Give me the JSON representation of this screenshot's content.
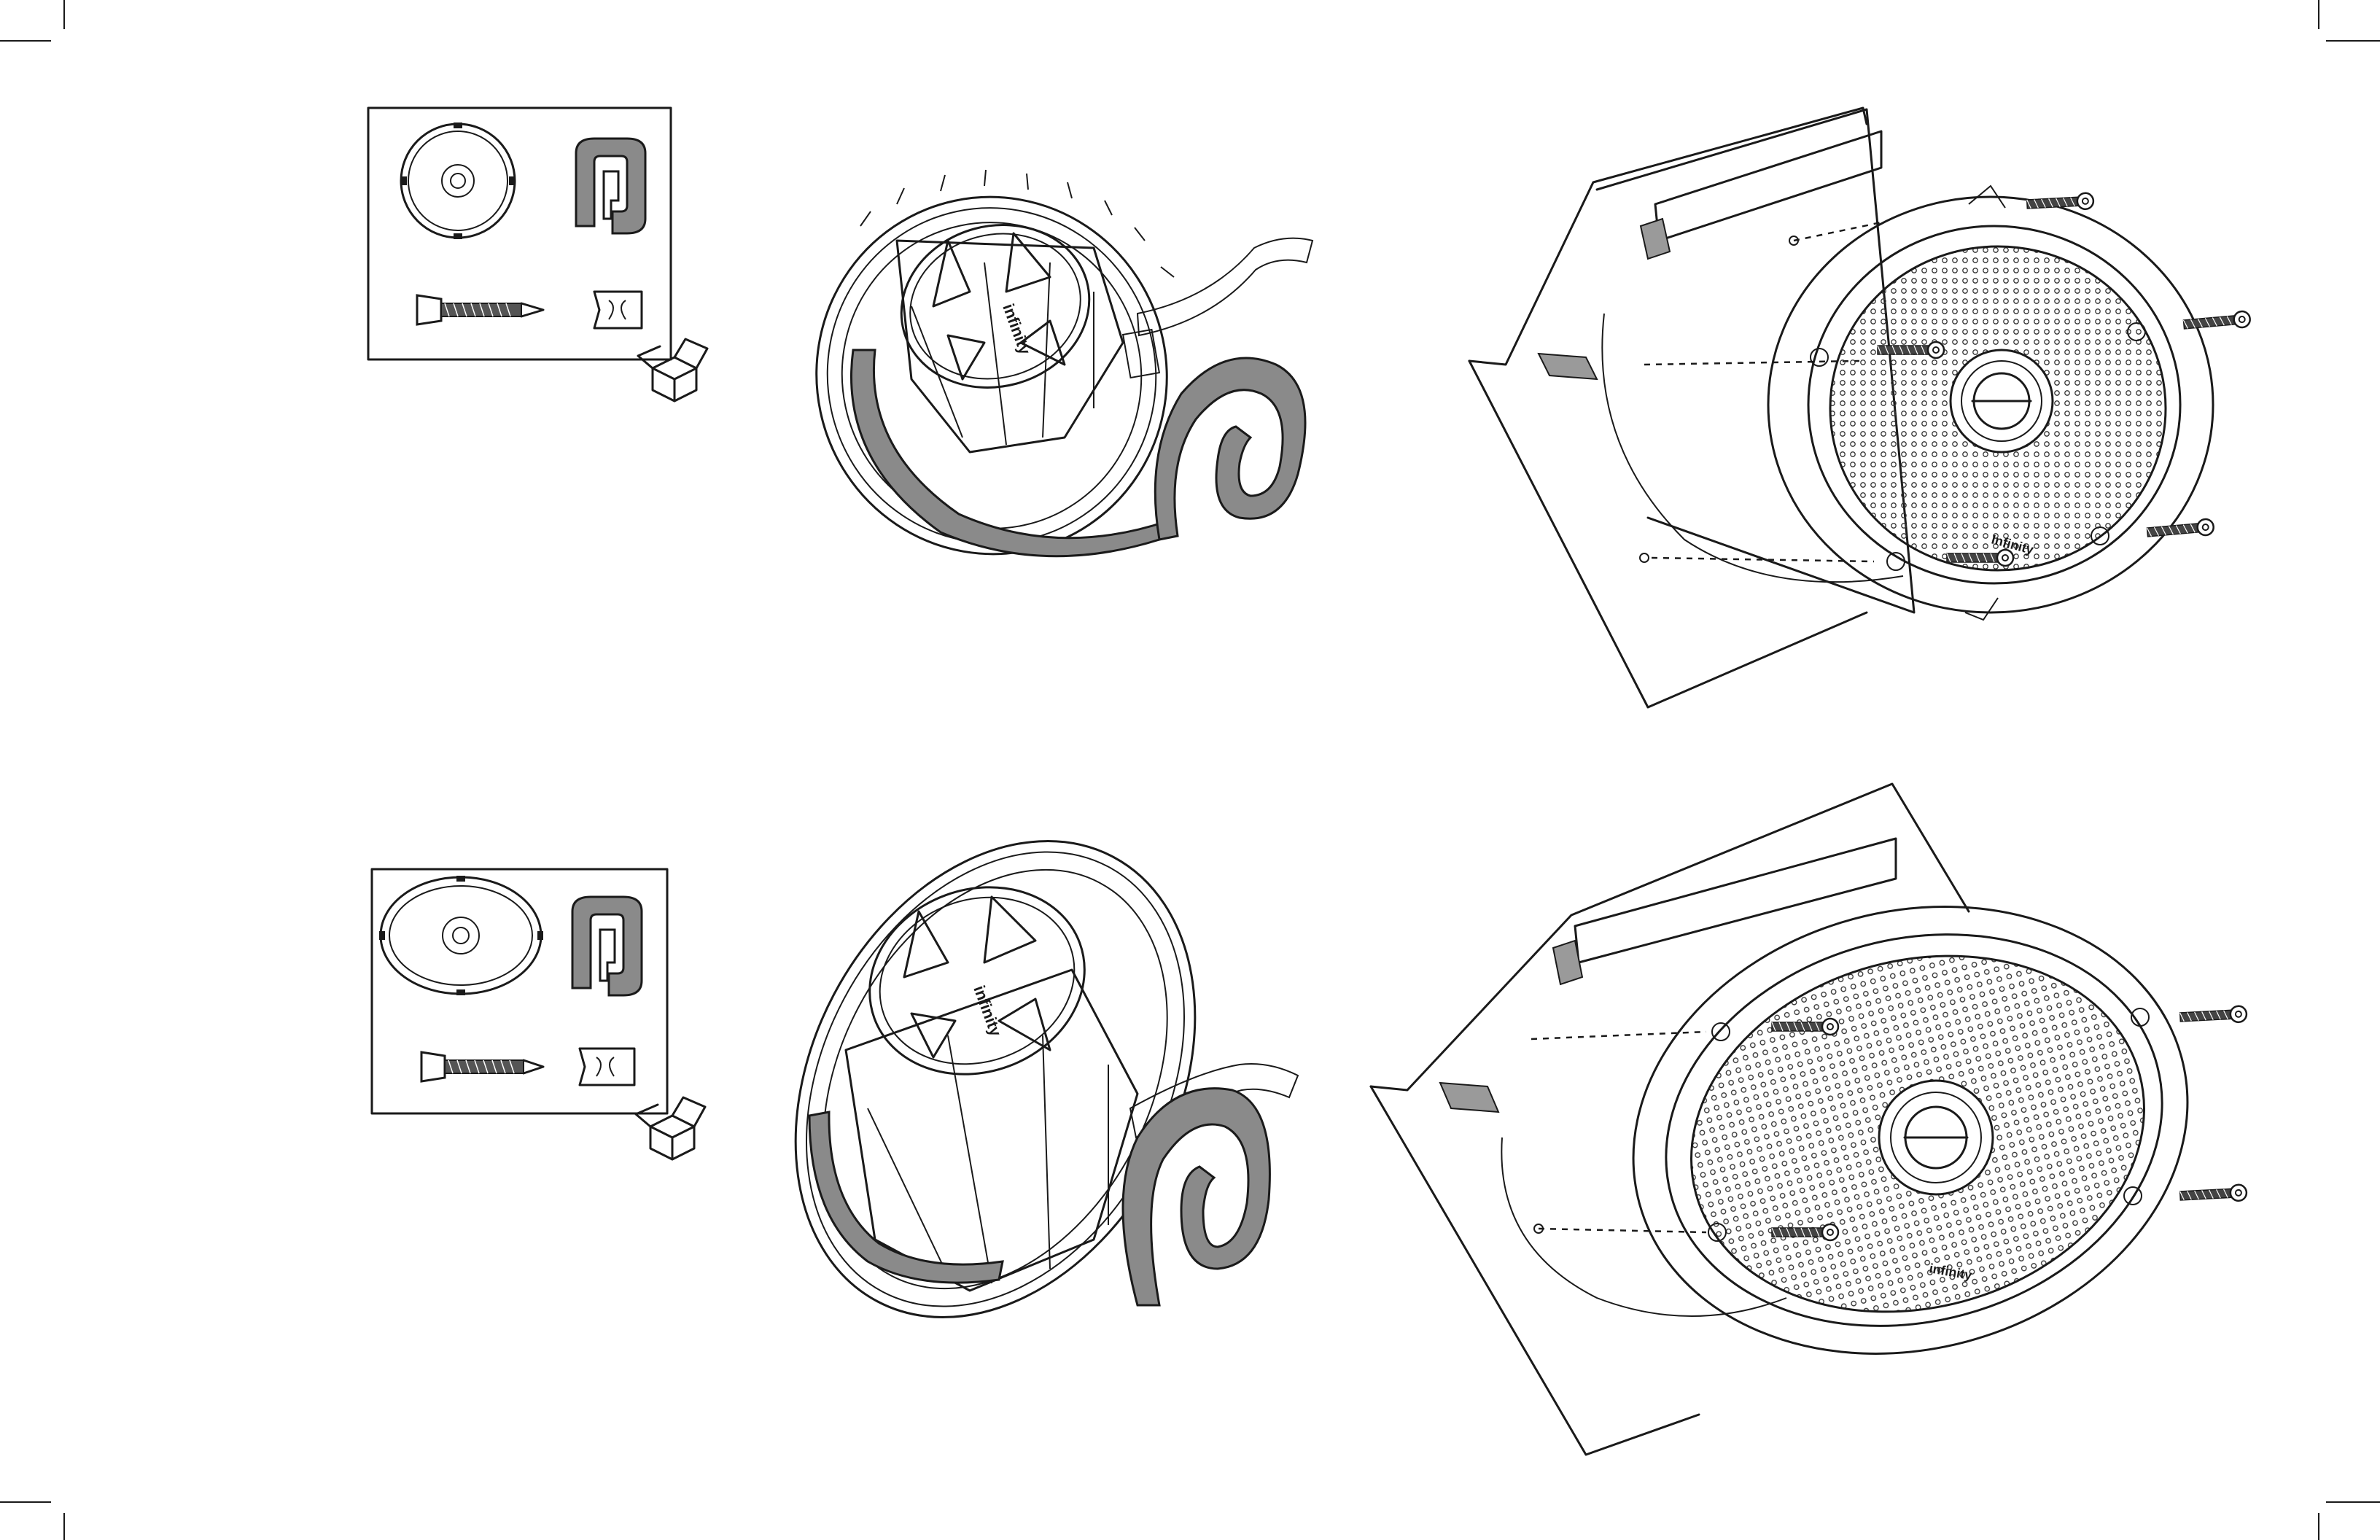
{
  "brand_marks": [
    "infinity",
    "Infinity",
    "infinity",
    "infinity"
  ],
  "colors": {
    "line": "#1a1a1a",
    "gasket": "#8a8a8a",
    "background": "#ffffff"
  },
  "icons": [
    "crop-mark-icon",
    "grille-icon",
    "gasket-icon",
    "screw-icon",
    "clip-icon",
    "parts-box-icon",
    "speaker-icon",
    "mounting-panel-icon"
  ]
}
